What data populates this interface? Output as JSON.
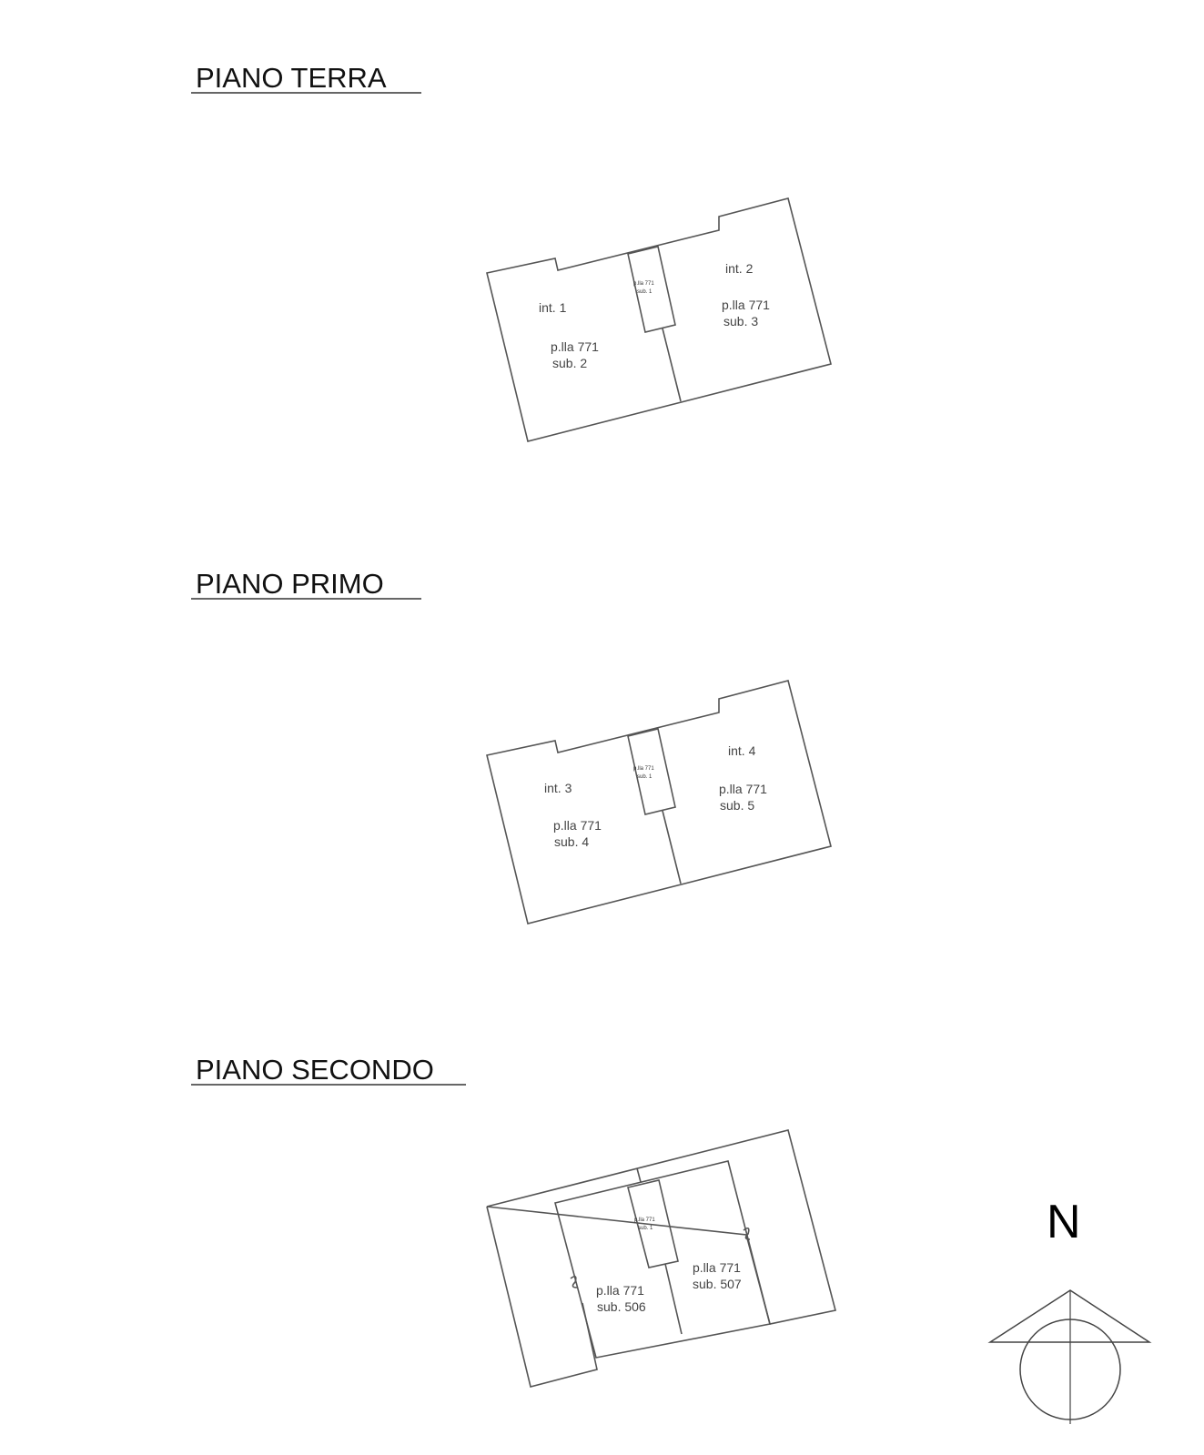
{
  "floors": [
    {
      "title": "PIANO TERRA",
      "units": [
        {
          "int": "int. 1",
          "plla": "p.lla 771",
          "sub": "sub. 2"
        },
        {
          "int": "int. 2",
          "plla": "p.lla 771",
          "sub": "sub. 3"
        }
      ],
      "stair": {
        "plla": "p.lla 771",
        "sub": "sub. 1"
      }
    },
    {
      "title": "PIANO PRIMO",
      "units": [
        {
          "int": "int. 3",
          "plla": "p.lla 771",
          "sub": "sub. 4"
        },
        {
          "int": "int. 4",
          "plla": "p.lla 771",
          "sub": "sub. 5"
        }
      ],
      "stair": {
        "plla": "p.lla 771",
        "sub": "sub. 1"
      }
    },
    {
      "title": "PIANO SECONDO",
      "units": [
        {
          "plla": "p.lla 771",
          "sub": "sub. 506"
        },
        {
          "plla": "p.lla 771",
          "sub": "sub. 507"
        }
      ],
      "stair": {
        "plla": "p.lla 771",
        "sub": "sub. 1"
      }
    }
  ],
  "north_label": "N"
}
